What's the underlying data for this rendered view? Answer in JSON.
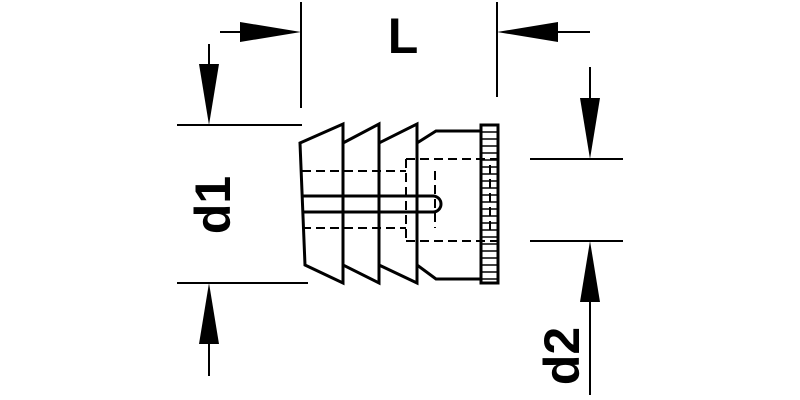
{
  "labels": {
    "length": "L",
    "outer_diameter": "d1",
    "inner_diameter": "d2"
  },
  "colors": {
    "line": "#000000",
    "background": "#ffffff"
  }
}
